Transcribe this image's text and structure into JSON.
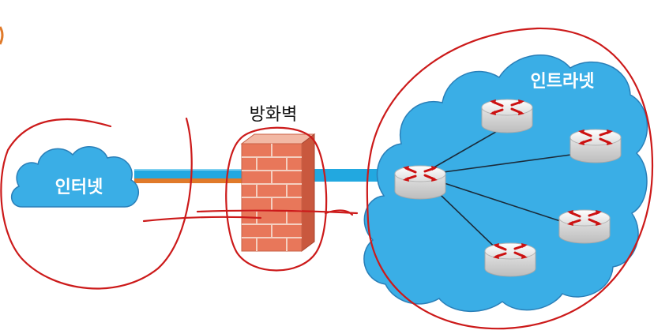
{
  "labels": {
    "internet": "인터넷",
    "firewall": "방화벽",
    "intranet": "인트라넷"
  },
  "colors": {
    "cloud_fill": "#3aaee6",
    "cloud_stroke": "#2a7fb8",
    "link_blue": "#22a8e0",
    "link_orange": "#e07a2a",
    "brick": "#e8775a",
    "mortar": "#f4cfc0",
    "router_body": "#e6e6e6",
    "router_arrow": "#cc1111",
    "annotation": "#cc1a1a"
  },
  "routers": [
    {
      "id": "hub",
      "name": "router-hub"
    },
    {
      "id": "top",
      "name": "router-top"
    },
    {
      "id": "right",
      "name": "router-right"
    },
    {
      "id": "right-lower",
      "name": "router-right-lower"
    },
    {
      "id": "bottom",
      "name": "router-bottom"
    }
  ]
}
